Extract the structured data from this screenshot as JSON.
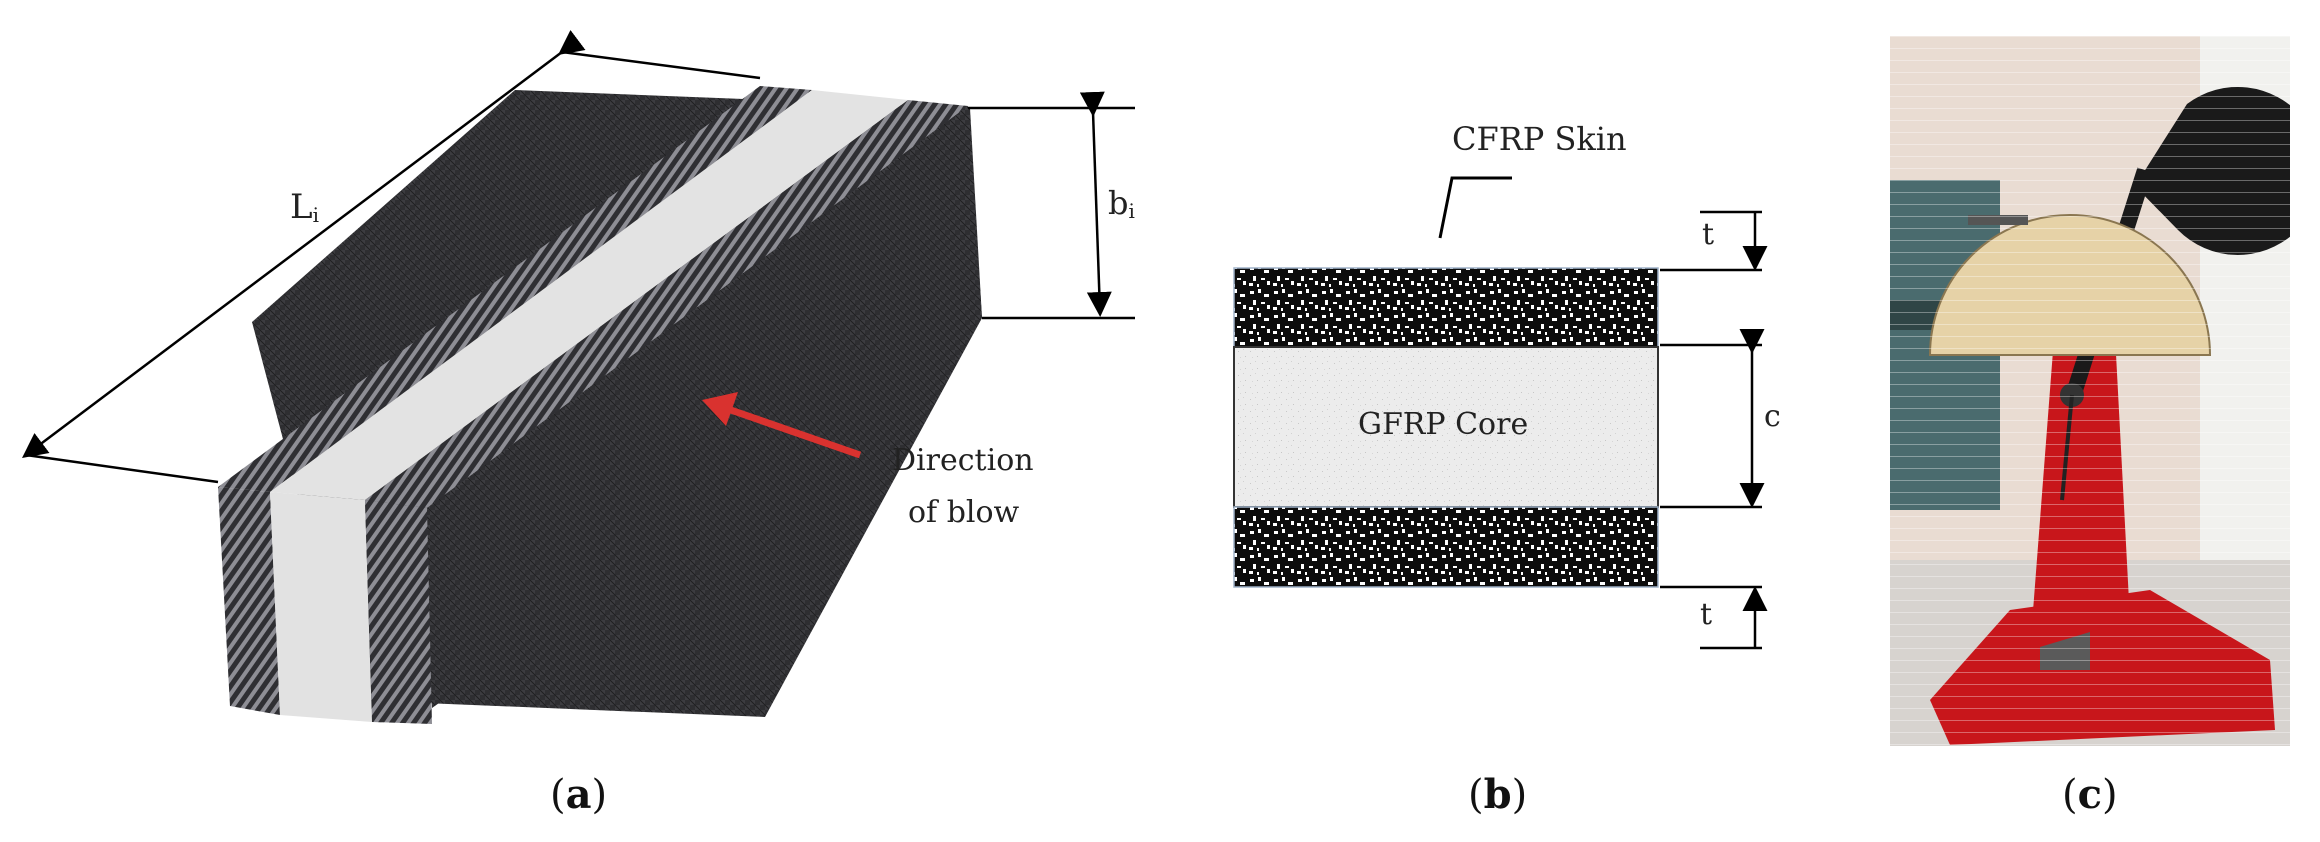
{
  "panel_a": {
    "length_label": "L",
    "length_sub": "i",
    "width_label": "b",
    "width_sub": "i",
    "direction_line1": "Direction",
    "direction_line2": "of blow",
    "caption_letter": "a"
  },
  "panel_b": {
    "skin_label": "CFRP Skin",
    "core_label": "GFRP Core",
    "top_thickness_label": "t",
    "bottom_thickness_label": "t",
    "core_thickness_label": "c",
    "caption_letter": "b"
  },
  "panel_c": {
    "caption_letter": "c"
  },
  "colors": {
    "arrow_red": "#d9322f",
    "carbon_dark": "#2b2b2e",
    "core_light": "#e6e6e6",
    "machine_red": "#c8161b"
  }
}
